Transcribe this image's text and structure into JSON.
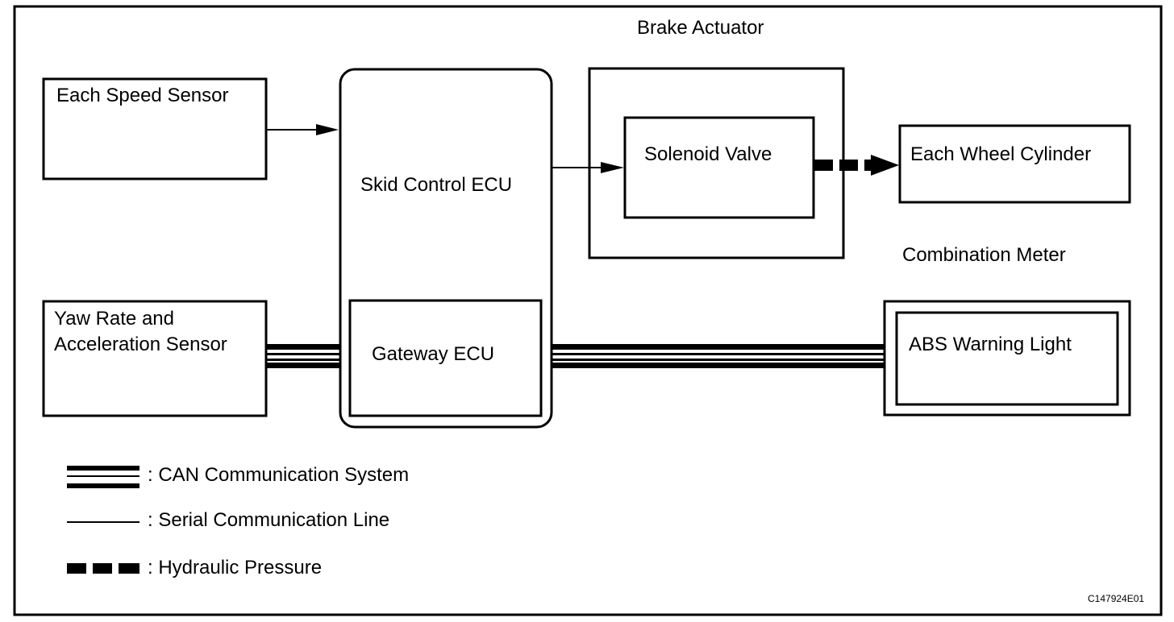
{
  "title_brake_actuator": "Brake Actuator",
  "title_combination_meter": "Combination Meter",
  "nodes": {
    "speed_sensor": "Each Speed Sensor",
    "yaw_sensor_line1": "Yaw Rate and",
    "yaw_sensor_line2": "Acceleration Sensor",
    "skid_ecu": "Skid Control ECU",
    "gateway_ecu": "Gateway ECU",
    "solenoid_valve": "Solenoid Valve",
    "wheel_cylinder": "Each Wheel Cylinder",
    "abs_light": "ABS Warning Light"
  },
  "legend": [
    {
      "type": "can",
      "label": ": CAN Communication System"
    },
    {
      "type": "serial",
      "label": ": Serial Communication Line"
    },
    {
      "type": "hydraulic",
      "label": ": Hydraulic Pressure"
    }
  ],
  "figure_code": "C147924E01"
}
